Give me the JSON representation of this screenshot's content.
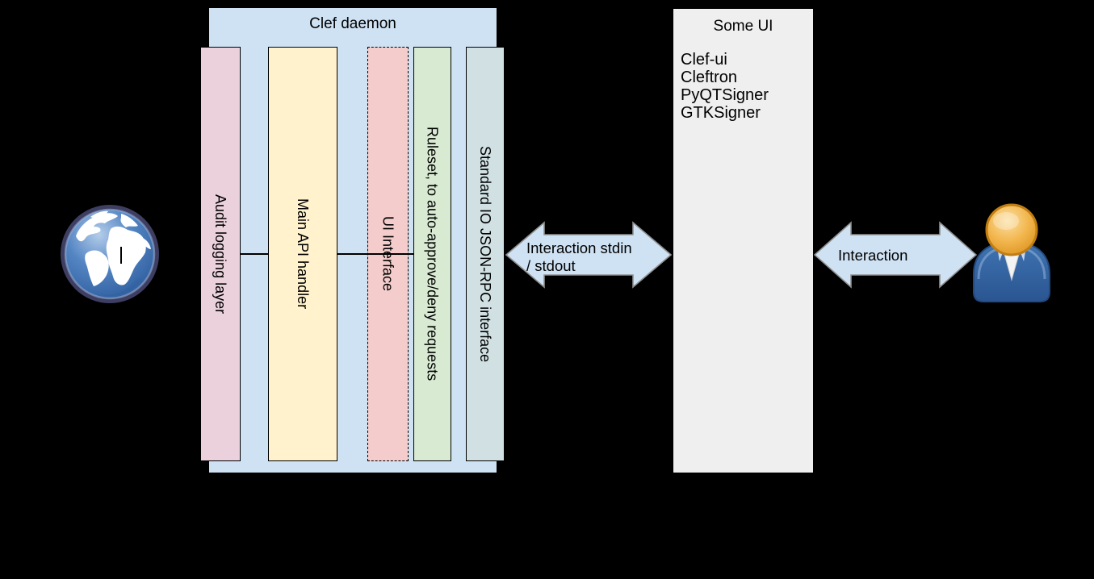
{
  "background_color": "#000000",
  "clef_daemon": {
    "title": "Clef daemon",
    "fill": "#cfe2f3",
    "bars": [
      {
        "id": "audit",
        "label": "Audit logging layer",
        "fill": "#ead1dc",
        "border_style": "solid"
      },
      {
        "id": "main-api",
        "label": "Main API handler",
        "fill": "#fff2cc",
        "border_style": "solid"
      },
      {
        "id": "ui-interface",
        "label": "UI Interface",
        "fill": "#f4cccc",
        "border_style": "dashed"
      },
      {
        "id": "ruleset",
        "label": "Ruleset, to auto-approve/deny requests",
        "fill": "#d9ead3",
        "border_style": "solid"
      },
      {
        "id": "stdio",
        "label": "Standard IO JSON-RPC interface",
        "fill": "#d0e0e3",
        "border_style": "solid"
      }
    ]
  },
  "some_ui": {
    "title": "Some UI",
    "fill": "#efefef",
    "items": [
      "Clef-ui",
      "Cleftron",
      "PyQTSigner",
      "GTKSigner"
    ]
  },
  "arrows": {
    "fill": "#cfe2f3",
    "outline": "#8f8f8f",
    "left": {
      "line1": "Interaction stdin",
      "line2": "/ stdout"
    },
    "right": {
      "label": "Interaction"
    }
  },
  "icons": {
    "globe": "globe-icon",
    "user": "user-icon"
  }
}
